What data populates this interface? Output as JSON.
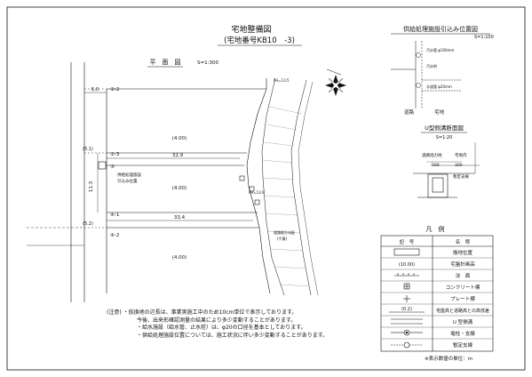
{
  "title": {
    "main": "宅地整備図",
    "sub": "(宅地番号KB10　-3)"
  },
  "plan": {
    "label": "平　面　図",
    "scale": "S=1:300",
    "lots": [
      "②-2",
      "②-3",
      "③",
      "④-1",
      "④-2"
    ],
    "heights": [
      "(4.00)",
      "(4.00)",
      "(4.00)"
    ],
    "dims": {
      "left_width": "6.0",
      "side": "11.3",
      "lot2": "32.9",
      "lot4": "33.4"
    },
    "markers": [
      "(5.1)",
      "(5.2)"
    ],
    "supply_label": [
      "供給処理施設",
      "引込み位置"
    ],
    "road_heights": [
      "FH=13.5",
      "FH=13.9"
    ],
    "road_note": [
      "道路縦方勾配",
      "(千葉)"
    ]
  },
  "supply_detail": {
    "title": "供給処理施設引込み位置図",
    "scale": "S=1:100",
    "labels": [
      "汚水管 φ100mm",
      "汚水桝",
      "水道管 φ20mm",
      "道路",
      "宅地"
    ]
  },
  "gutter_detail": {
    "title": "U型側溝断面図",
    "scale": "S=1:20",
    "labels": [
      "道路協力地",
      "宅地内",
      "500",
      "300",
      "暫定支線"
    ]
  },
  "legend": {
    "title": "凡　例",
    "header": [
      "記　号",
      "名　称"
    ],
    "rows": [
      {
        "symbol": "rect",
        "name": "換地位置"
      },
      {
        "symbol": "(10.00)",
        "name": "宅盤計画高"
      },
      {
        "symbol": "wall",
        "name": "法　面"
      },
      {
        "symbol": "conc",
        "name": "コンクリート標"
      },
      {
        "symbol": "plate",
        "name": "プレート標"
      },
      {
        "symbol": "(0.2)",
        "name": "宅盤高と道路高との高低差"
      },
      {
        "symbol": "ugutter",
        "name": "U 型側溝"
      },
      {
        "symbol": "pole",
        "name": "電柱・支線"
      },
      {
        "symbol": "tempole",
        "name": "暫定支線"
      }
    ]
  },
  "notes": {
    "label": "(注意)",
    "items": [
      "・仮換地の辺長は、事業実施工中のため10cm単位で表示しております。",
      "今後、出来形確認測量の結果により多少変動することがあります。",
      "・給水施設（給水管、止水栓）は、φ20の口径を基本としております。",
      "・供給処理施設位置については、施工状況に伴い多少変動することがあります。"
    ]
  },
  "unit_note": "※表示数値の単位：m"
}
